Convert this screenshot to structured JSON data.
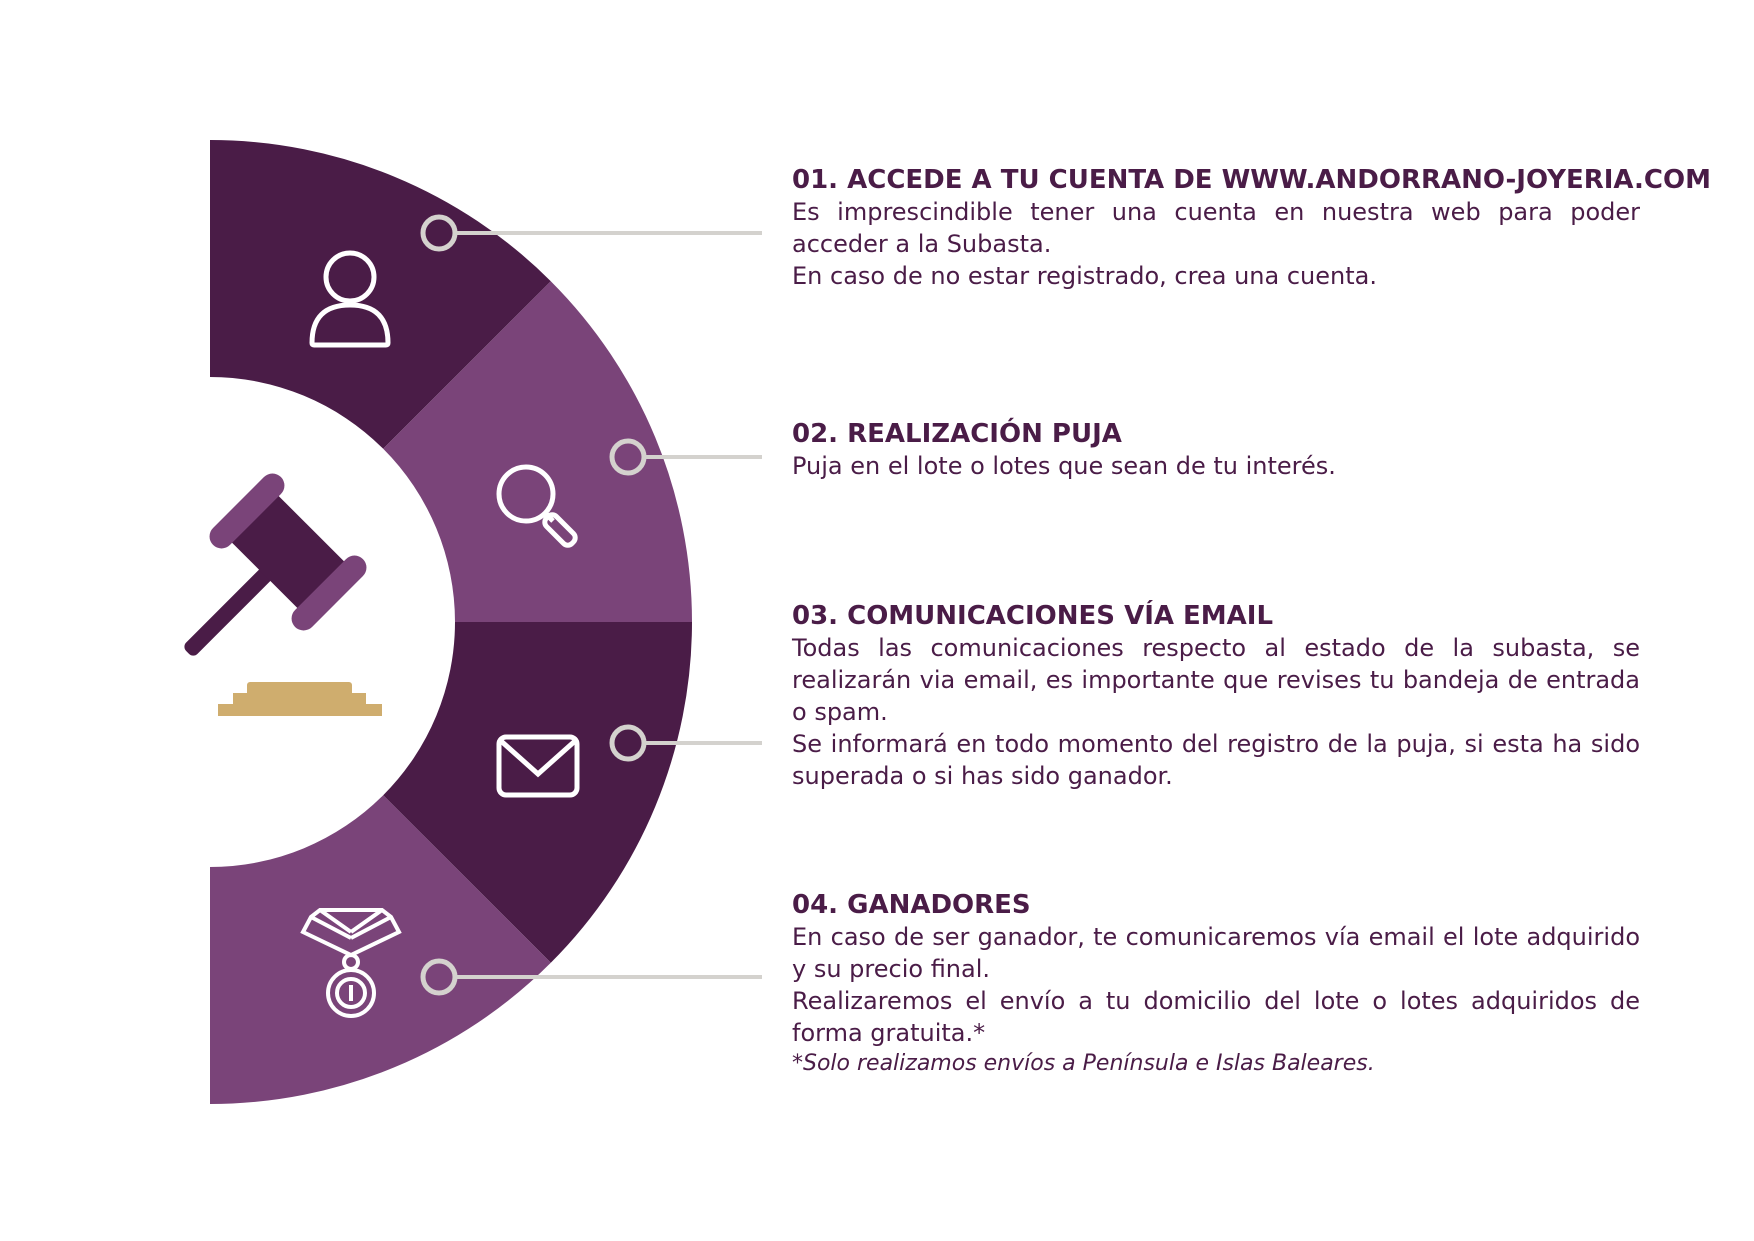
{
  "colors": {
    "dark_purple": "#4a1c47",
    "light_purple": "#7a4479",
    "gold": "#cfad6e",
    "connector_gray": "#d4d2ce",
    "text": "#4a1c47"
  },
  "icons": [
    "user-icon",
    "magnifier-icon",
    "envelope-icon",
    "medal-icon",
    "gavel-icon"
  ],
  "steps": [
    {
      "title": "01. ACCEDE A TU CUENTA DE WWW.ANDORRANO-JOYERIA.COM",
      "lines": [
        "Es imprescindible tener una cuenta en nuestra web para poder acceder a la Subasta.",
        "En caso de no estar registrado, crea una cuenta."
      ],
      "icon": "user-icon"
    },
    {
      "title": "02. REALIZACIÓN PUJA",
      "lines": [
        "Puja en el lote o lotes que sean de tu interés."
      ],
      "icon": "magnifier-icon"
    },
    {
      "title": "03. COMUNICACIONES VÍA EMAIL",
      "lines": [
        "Todas las comunicaciones respecto al estado de la subasta, se realizarán via email, es importante que revises tu bandeja de entrada o spam.",
        "Se informará en todo momento del registro de la puja, si esta ha sido superada o si has sido ganador."
      ],
      "icon": "envelope-icon"
    },
    {
      "title": "04. GANADORES",
      "lines": [
        "En caso de ser ganador, te comunicaremos vía email el lote adquirido y su precio final.",
        "Realizaremos el envío a tu domicilio del lote o lotes adquiridos de forma gratuita.*"
      ],
      "note": "*Solo realizamos envíos a Península e Islas Baleares.",
      "icon": "medal-icon"
    }
  ]
}
